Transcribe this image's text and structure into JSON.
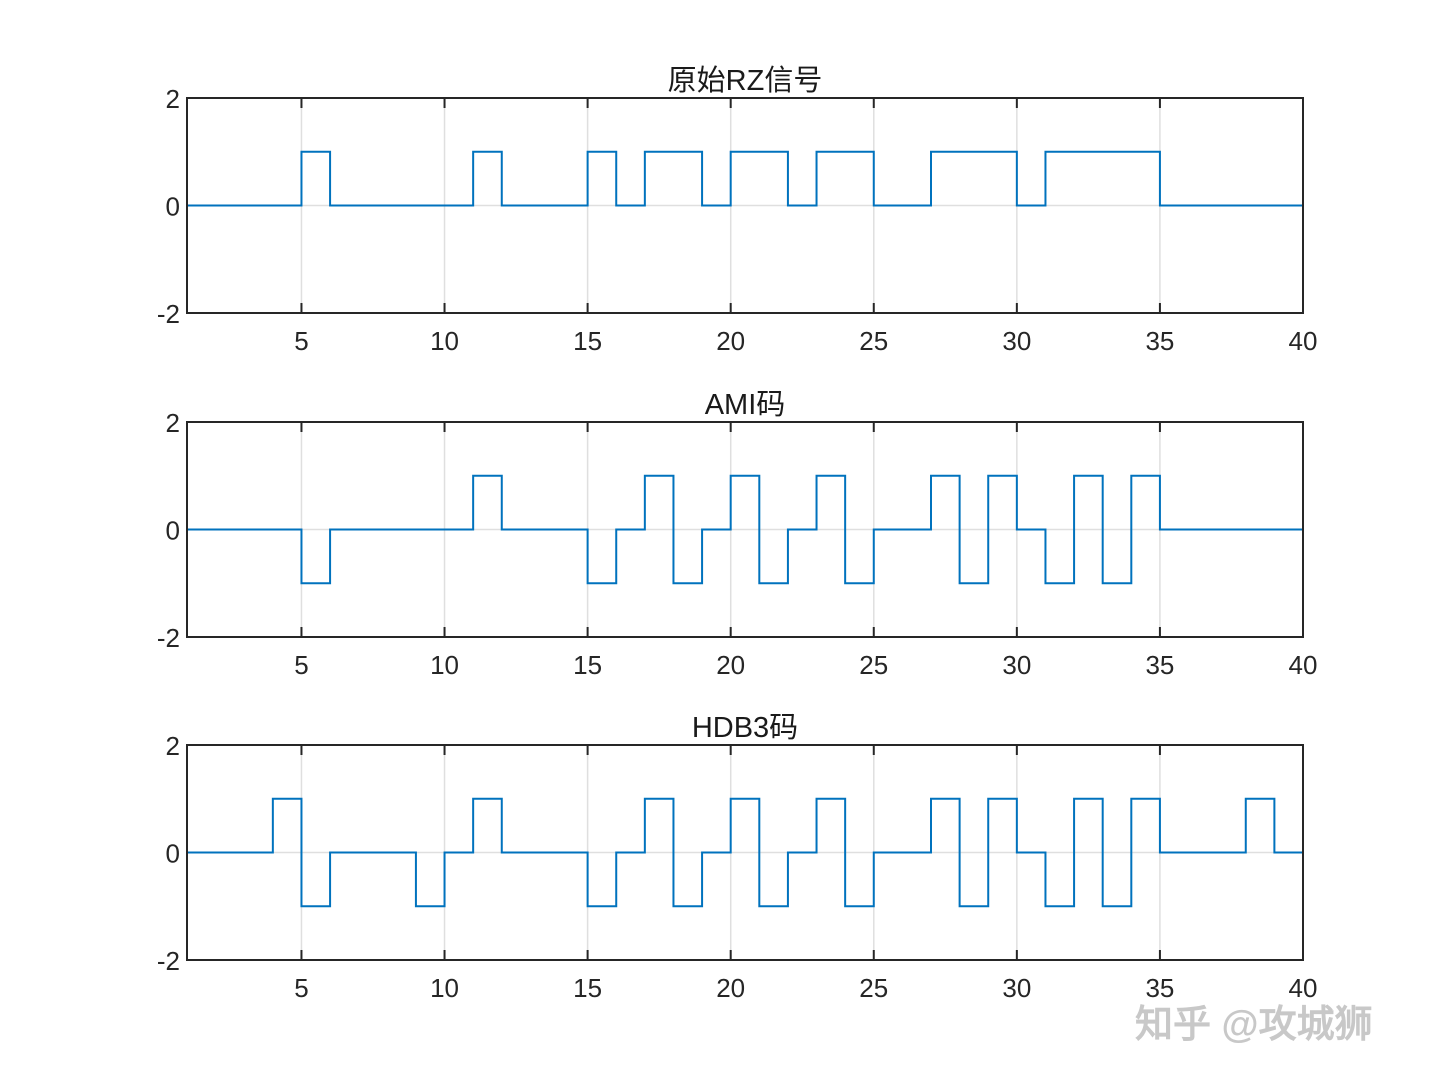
{
  "chart_data": [
    {
      "type": "line",
      "style": "stairs",
      "title": "原始RZ信号",
      "xlabel": "",
      "ylabel": "",
      "xlim": [
        1,
        40
      ],
      "ylim": [
        -2,
        2
      ],
      "xticks": [
        5,
        10,
        15,
        20,
        25,
        30,
        35,
        40
      ],
      "yticks": [
        -2,
        0,
        2
      ],
      "grid": true,
      "color": "#0072bd",
      "x": [
        1,
        2,
        3,
        4,
        5,
        6,
        7,
        8,
        9,
        10,
        11,
        12,
        13,
        14,
        15,
        16,
        17,
        18,
        19,
        20,
        21,
        22,
        23,
        24,
        25,
        26,
        27,
        28,
        29,
        30,
        31,
        32,
        33,
        34,
        35,
        36,
        37,
        38,
        39
      ],
      "values": [
        0,
        0,
        0,
        0,
        1,
        0,
        0,
        0,
        0,
        0,
        1,
        0,
        0,
        0,
        1,
        0,
        1,
        1,
        0,
        1,
        1,
        0,
        1,
        1,
        0,
        0,
        1,
        1,
        1,
        0,
        1,
        1,
        1,
        1,
        0,
        0,
        0,
        0,
        0
      ]
    },
    {
      "type": "line",
      "style": "stairs",
      "title": "AMI码",
      "xlabel": "",
      "ylabel": "",
      "xlim": [
        1,
        40
      ],
      "ylim": [
        -2,
        2
      ],
      "xticks": [
        5,
        10,
        15,
        20,
        25,
        30,
        35,
        40
      ],
      "yticks": [
        -2,
        0,
        2
      ],
      "grid": true,
      "color": "#0072bd",
      "x": [
        1,
        2,
        3,
        4,
        5,
        6,
        7,
        8,
        9,
        10,
        11,
        12,
        13,
        14,
        15,
        16,
        17,
        18,
        19,
        20,
        21,
        22,
        23,
        24,
        25,
        26,
        27,
        28,
        29,
        30,
        31,
        32,
        33,
        34,
        35,
        36,
        37,
        38,
        39
      ],
      "values": [
        0,
        0,
        0,
        0,
        -1,
        0,
        0,
        0,
        0,
        0,
        1,
        0,
        0,
        0,
        -1,
        0,
        1,
        -1,
        0,
        1,
        -1,
        0,
        1,
        -1,
        0,
        0,
        1,
        -1,
        1,
        0,
        -1,
        1,
        -1,
        1,
        0,
        0,
        0,
        0,
        0
      ]
    },
    {
      "type": "line",
      "style": "stairs",
      "title": "HDB3码",
      "xlabel": "",
      "ylabel": "",
      "xlim": [
        1,
        40
      ],
      "ylim": [
        -2,
        2
      ],
      "xticks": [
        5,
        10,
        15,
        20,
        25,
        30,
        35,
        40
      ],
      "yticks": [
        -2,
        0,
        2
      ],
      "grid": true,
      "color": "#0072bd",
      "x": [
        1,
        2,
        3,
        4,
        5,
        6,
        7,
        8,
        9,
        10,
        11,
        12,
        13,
        14,
        15,
        16,
        17,
        18,
        19,
        20,
        21,
        22,
        23,
        24,
        25,
        26,
        27,
        28,
        29,
        30,
        31,
        32,
        33,
        34,
        35,
        36,
        37,
        38,
        39
      ],
      "values": [
        0,
        0,
        0,
        1,
        -1,
        0,
        0,
        0,
        -1,
        0,
        1,
        0,
        0,
        0,
        -1,
        0,
        1,
        -1,
        0,
        1,
        -1,
        0,
        1,
        -1,
        0,
        0,
        1,
        -1,
        1,
        0,
        -1,
        1,
        -1,
        1,
        0,
        0,
        0,
        1,
        0
      ]
    }
  ],
  "plots": [
    {
      "title": "原始RZ信号",
      "ytick_labels": [
        "2",
        "0",
        "-2"
      ],
      "xtick_labels": [
        "5",
        "10",
        "15",
        "20",
        "25",
        "30",
        "35",
        "40"
      ]
    },
    {
      "title": "AMI码",
      "ytick_labels": [
        "2",
        "0",
        "-2"
      ],
      "xtick_labels": [
        "5",
        "10",
        "15",
        "20",
        "25",
        "30",
        "35",
        "40"
      ]
    },
    {
      "title": "HDB3码",
      "ytick_labels": [
        "2",
        "0",
        "-2"
      ],
      "xtick_labels": [
        "5",
        "10",
        "15",
        "20",
        "25",
        "30",
        "35",
        "40"
      ]
    }
  ],
  "watermark": "知乎 @攻城狮"
}
